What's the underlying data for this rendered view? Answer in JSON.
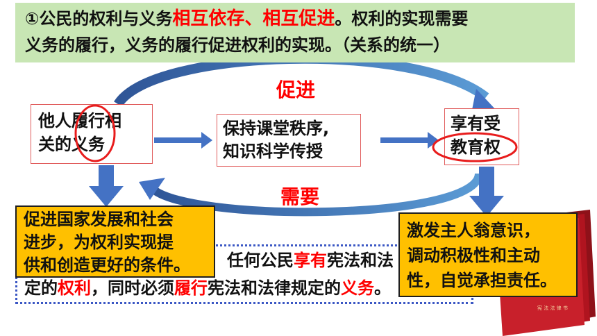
{
  "banner": {
    "part1": "①公民的权利与义务",
    "highlight": "相互依存、相互促进",
    "part2": "。权利的实现需要",
    "line2": "义务的履行，义务的履行促进权利的实现。（关系的统一）"
  },
  "nodes": {
    "left": [
      "他人履行相",
      "关的义务"
    ],
    "middle": [
      "保持课堂秩序,",
      "知识科学传授"
    ],
    "right": [
      "享有受",
      "教育权"
    ]
  },
  "labels": {
    "promote": "促进",
    "need": "需要"
  },
  "note": {
    "a1": "任何公民",
    "a2": "享有",
    "a3": "宪法和法",
    "b1": "定的",
    "b2": "权利",
    "b3": "，同时必须",
    "b4": "履行",
    "b5": "宪法和法律规定的",
    "b6": "义务",
    "b7": "。"
  },
  "callouts": {
    "left": [
      "促进国家发展和社会",
      "进步，为权利实现提",
      "供和创造更好的条件。"
    ],
    "right": [
      "激发主人翁意识，",
      "调动积极性和主动",
      "性，自觉承担责任。"
    ]
  },
  "book_cover_text": "宪 法 法 律 书",
  "colors": {
    "banner_bg": "#c8e6b4",
    "accent_red": "#ff0000",
    "arrow_blue": "#4472c4",
    "callout_yellow": "#ffc000",
    "book_red": "#c0202a"
  }
}
